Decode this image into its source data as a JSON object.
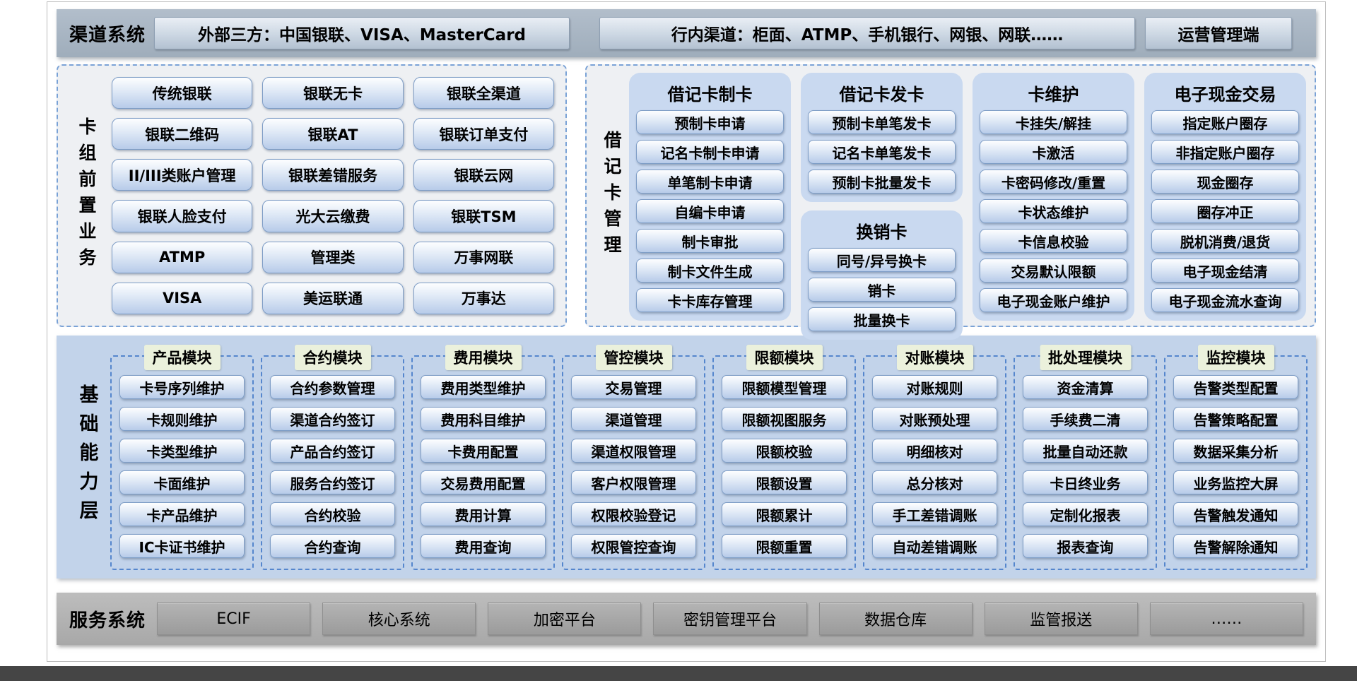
{
  "channel_bar": {
    "label": "渠道系统",
    "boxes": [
      "外部三方：中国银联、VISA、MasterCard",
      "行内渠道：柜面、ATMP、手机银行、网银、网联……",
      "运营管理端"
    ]
  },
  "card_front": {
    "label": "卡组前置业务",
    "rows": [
      [
        "传统银联",
        "银联无卡",
        "银联全渠道"
      ],
      [
        "银联二维码",
        "银联AT",
        "银联订单支付"
      ],
      [
        "II/III类账户管理",
        "银联差错服务",
        "银联云网"
      ],
      [
        "银联人脸支付",
        "光大云缴费",
        "银联TSM"
      ],
      [
        "ATMP",
        "管理类",
        "万事网联"
      ],
      [
        "VISA",
        "美运联通",
        "万事达"
      ]
    ]
  },
  "debit_card": {
    "label": "借记卡管理",
    "columns": [
      {
        "blocks": [
          {
            "title": "借记卡制卡",
            "items": [
              "预制卡申请",
              "记名卡制卡申请",
              "单笔制卡申请",
              "自编卡申请",
              "制卡审批",
              "制卡文件生成",
              "卡卡库存管理"
            ]
          }
        ]
      },
      {
        "blocks": [
          {
            "title": "借记卡发卡",
            "items": [
              "预制卡单笔发卡",
              "记名卡单笔发卡",
              "预制卡批量发卡"
            ]
          },
          {
            "title": "换销卡",
            "items": [
              "同号/异号换卡",
              "销卡",
              "批量换卡"
            ]
          }
        ]
      },
      {
        "blocks": [
          {
            "title": "卡维护",
            "items": [
              "卡挂失/解挂",
              "卡激活",
              "卡密码修改/重置",
              "卡状态维护",
              "卡信息校验",
              "交易默认限额",
              "电子现金账户维护"
            ]
          }
        ]
      },
      {
        "blocks": [
          {
            "title": "电子现金交易",
            "items": [
              "指定账户圈存",
              "非指定账户圈存",
              "现金圈存",
              "圈存冲正",
              "脱机消费/退货",
              "电子现金结清",
              "电子现金流水查询"
            ]
          }
        ]
      }
    ]
  },
  "base_layer": {
    "label": "基础能力层",
    "modules": [
      {
        "title": "产品模块",
        "items": [
          "卡号序列维护",
          "卡规则维护",
          "卡类型维护",
          "卡面维护",
          "卡产品维护",
          "IC卡证书维护"
        ]
      },
      {
        "title": "合约模块",
        "items": [
          "合约参数管理",
          "渠道合约签订",
          "产品合约签订",
          "服务合约签订",
          "合约校验",
          "合约查询"
        ]
      },
      {
        "title": "费用模块",
        "items": [
          "费用类型维护",
          "费用科目维护",
          "卡费用配置",
          "交易费用配置",
          "费用计算",
          "费用查询"
        ]
      },
      {
        "title": "管控模块",
        "items": [
          "交易管理",
          "渠道管理",
          "渠道权限管理",
          "客户权限管理",
          "权限校验登记",
          "权限管控查询"
        ]
      },
      {
        "title": "限额模块",
        "items": [
          "限额模型管理",
          "限额视图服务",
          "限额校验",
          "限额设置",
          "限额累计",
          "限额重置"
        ]
      },
      {
        "title": "对账模块",
        "items": [
          "对账规则",
          "对账预处理",
          "明细核对",
          "总分核对",
          "手工差错调账",
          "自动差错调账"
        ]
      },
      {
        "title": "批处理模块",
        "items": [
          "资金清算",
          "手续费二清",
          "批量自动还款",
          "卡日终业务",
          "定制化报表",
          "报表查询"
        ]
      },
      {
        "title": "监控模块",
        "items": [
          "告警类型配置",
          "告警策略配置",
          "数据采集分析",
          "业务监控大屏",
          "告警触发通知",
          "告警解除通知"
        ]
      }
    ]
  },
  "service_bar": {
    "label": "服务系统",
    "boxes": [
      "ECIF",
      "核心系统",
      "加密平台",
      "密钥管理平台",
      "数据仓库",
      "监管报送",
      "……"
    ]
  },
  "colors": {
    "channel_bar_bg": "#a6b2c0",
    "channel_box_bg": "#ccd7e3",
    "panel_bg": "#eef0f3",
    "panel_border": "#7aa2d6",
    "button_border": "#7e9dc6",
    "button_gradient_bottom": "#b7cbe9",
    "debit_block_bg": "#c9d9f0",
    "base_layer_bg": "#c2d3ea",
    "module_border": "#5586cd",
    "module_title_bg": "#ebf1dc",
    "service_bar_bg": "#b1b1b1",
    "service_box_bg": "#a4a4a4",
    "bottom_strip": "#454545"
  }
}
